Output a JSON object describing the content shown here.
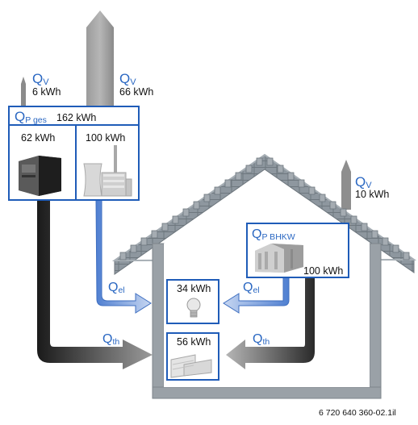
{
  "colors": {
    "blue_flow": "#4f7fd1",
    "blue_flow_light": "#c6d6f1",
    "heat_flow_dark": "#2b2b2b",
    "box_border": "#1f5cb8",
    "q_text": "#2a67c2",
    "roof": "#8c959d",
    "wall": "#9aa1a7",
    "chimney": "#8e8e8e"
  },
  "labels": {
    "q_letter": "Q",
    "qv_sub": "V",
    "qel_sub": "el",
    "qth_sub": "th",
    "qpges_sub": "P ges",
    "qpbhkw_sub": "P BHKW",
    "qv_small": "6 kWh",
    "qv_large": "66 kWh",
    "qv_house": "10 kWh",
    "qp_total": "162 kWh",
    "boiler_value": "62 kWh",
    "powerplant_value": "100 kWh",
    "chp_value": "100 kWh",
    "electric_value": "34 kWh",
    "heat_value": "56 kWh",
    "footer_code": "6 720 640 360-02.1il"
  },
  "icons": {
    "boiler": "boiler-icon",
    "powerplant": "power-plant-icon",
    "chp": "chp-unit-icon",
    "bulb": "light-bulb-icon",
    "radiator": "radiator-icon"
  }
}
